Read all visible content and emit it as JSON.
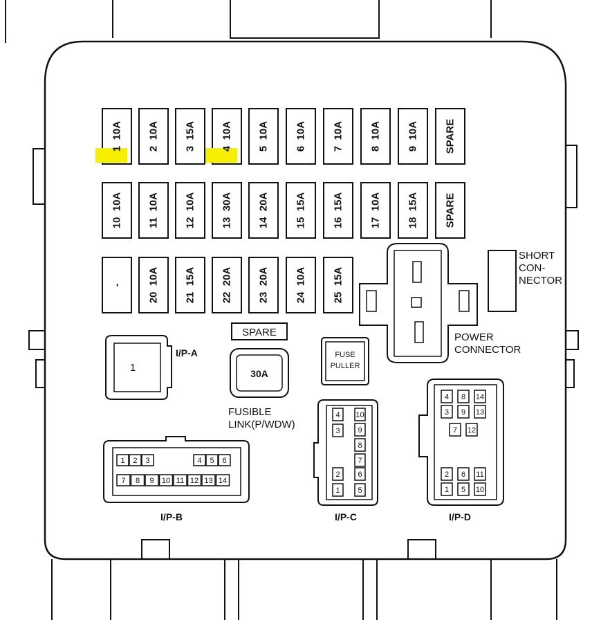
{
  "highlight_color": "#f7ef00",
  "fuses_row1": [
    {
      "id": "fuse-1",
      "text": "1  10A",
      "highlight": true
    },
    {
      "id": "fuse-2",
      "text": "2  10A"
    },
    {
      "id": "fuse-3",
      "text": "3  15A"
    },
    {
      "id": "fuse-4",
      "text": "4  10A",
      "highlight": true
    },
    {
      "id": "fuse-5",
      "text": "5  10A"
    },
    {
      "id": "fuse-6",
      "text": "6  10A"
    },
    {
      "id": "fuse-7",
      "text": "7  10A"
    },
    {
      "id": "fuse-8",
      "text": "8  10A"
    },
    {
      "id": "fuse-9",
      "text": "9  10A"
    },
    {
      "id": "spare-row1",
      "text": "SPARE"
    }
  ],
  "fuses_row2": [
    {
      "id": "fuse-10",
      "text": "10  10A"
    },
    {
      "id": "fuse-11",
      "text": "11  10A"
    },
    {
      "id": "fuse-12",
      "text": "12  10A"
    },
    {
      "id": "fuse-13",
      "text": "13  30A"
    },
    {
      "id": "fuse-14",
      "text": "14  20A"
    },
    {
      "id": "fuse-15",
      "text": "15  15A"
    },
    {
      "id": "fuse-16",
      "text": "16  15A"
    },
    {
      "id": "fuse-17",
      "text": "17  10A"
    },
    {
      "id": "fuse-18",
      "text": "18  15A"
    },
    {
      "id": "spare-row2",
      "text": "SPARE"
    }
  ],
  "fuses_row3": [
    {
      "id": "fuse-blank",
      "text": "-"
    },
    {
      "id": "fuse-20",
      "text": "20  10A"
    },
    {
      "id": "fuse-21",
      "text": "21  15A"
    },
    {
      "id": "fuse-22",
      "text": "22  20A"
    },
    {
      "id": "fuse-23",
      "text": "23  20A"
    },
    {
      "id": "fuse-24",
      "text": "24  10A"
    },
    {
      "id": "fuse-25",
      "text": "25  15A"
    }
  ],
  "labels": {
    "short_connector": [
      "SHORT",
      "CON-",
      "NECTOR"
    ],
    "power_connector": [
      "POWER",
      "CONNECTOR"
    ],
    "spare_fusible": "SPARE",
    "fusible_link_value": "30A",
    "fusible_link": [
      "FUSIBLE",
      "LINK(P/WDW)"
    ],
    "fuse_puller": [
      "FUSE",
      "PULLER"
    ],
    "ipa": "I/P-A",
    "ipa_pin": "1",
    "ipb": "I/P-B",
    "ipc": "I/P-C",
    "ipd": "I/P-D"
  },
  "ipb_pins": {
    "row1_left": [
      "1",
      "2",
      "3"
    ],
    "row1_right": [
      "4",
      "5",
      "6"
    ],
    "row2": [
      "7",
      "8",
      "9",
      "10",
      "11",
      "12",
      "13",
      "14"
    ]
  },
  "ipc_pins": {
    "left": [
      "4",
      "3",
      "2",
      "1"
    ],
    "right_top": [
      "10",
      "9",
      "8",
      "7"
    ],
    "right_mid": [
      "6",
      "5"
    ],
    "right_inner": [
      "9",
      "8",
      "7",
      "6",
      "5"
    ]
  },
  "ipd_pins": {
    "top": [
      [
        "4",
        "8",
        "14"
      ],
      [
        "3",
        "9",
        "13"
      ]
    ],
    "mid": [
      "7",
      "12"
    ],
    "bottom": [
      [
        "2",
        "6",
        "11"
      ],
      [
        "1",
        "5",
        "10"
      ]
    ]
  }
}
